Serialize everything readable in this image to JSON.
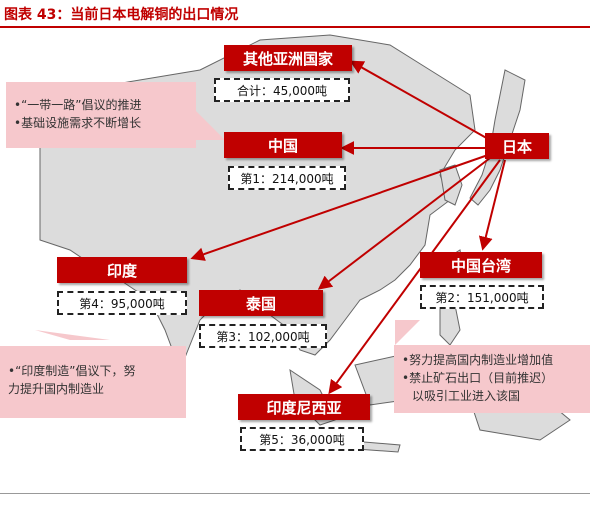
{
  "title": "图表 43：当前日本电解铜的出口情况",
  "origin": "日本",
  "destinations": [
    {
      "name": "其他亚洲国家",
      "value": "合计：45,000吨"
    },
    {
      "name": "中国",
      "value": "第1：214,000吨"
    },
    {
      "name": "中国台湾",
      "value": "第2：151,000吨"
    },
    {
      "name": "泰国",
      "value": "第3：102,000吨"
    },
    {
      "name": "印度",
      "value": "第4：95,000吨"
    },
    {
      "name": "印度尼西亚",
      "value": "第5：36,000吨"
    }
  ],
  "callouts": [
    {
      "lines": [
        "•“一带一路”倡议的推进",
        "•基础设施需求不断增长"
      ]
    },
    {
      "lines": [
        "•“印度制造”倡议下，努",
        "力提升国内制造业"
      ]
    },
    {
      "lines": [
        "•努力提高国内制造业增加值",
        "•禁止矿石出口（目前推迟）",
        "以吸引工业进入该国"
      ]
    }
  ],
  "colors": {
    "accent": "#c00000",
    "callout": "#f6c8cc",
    "arrow": "#c00000"
  },
  "footer": ""
}
